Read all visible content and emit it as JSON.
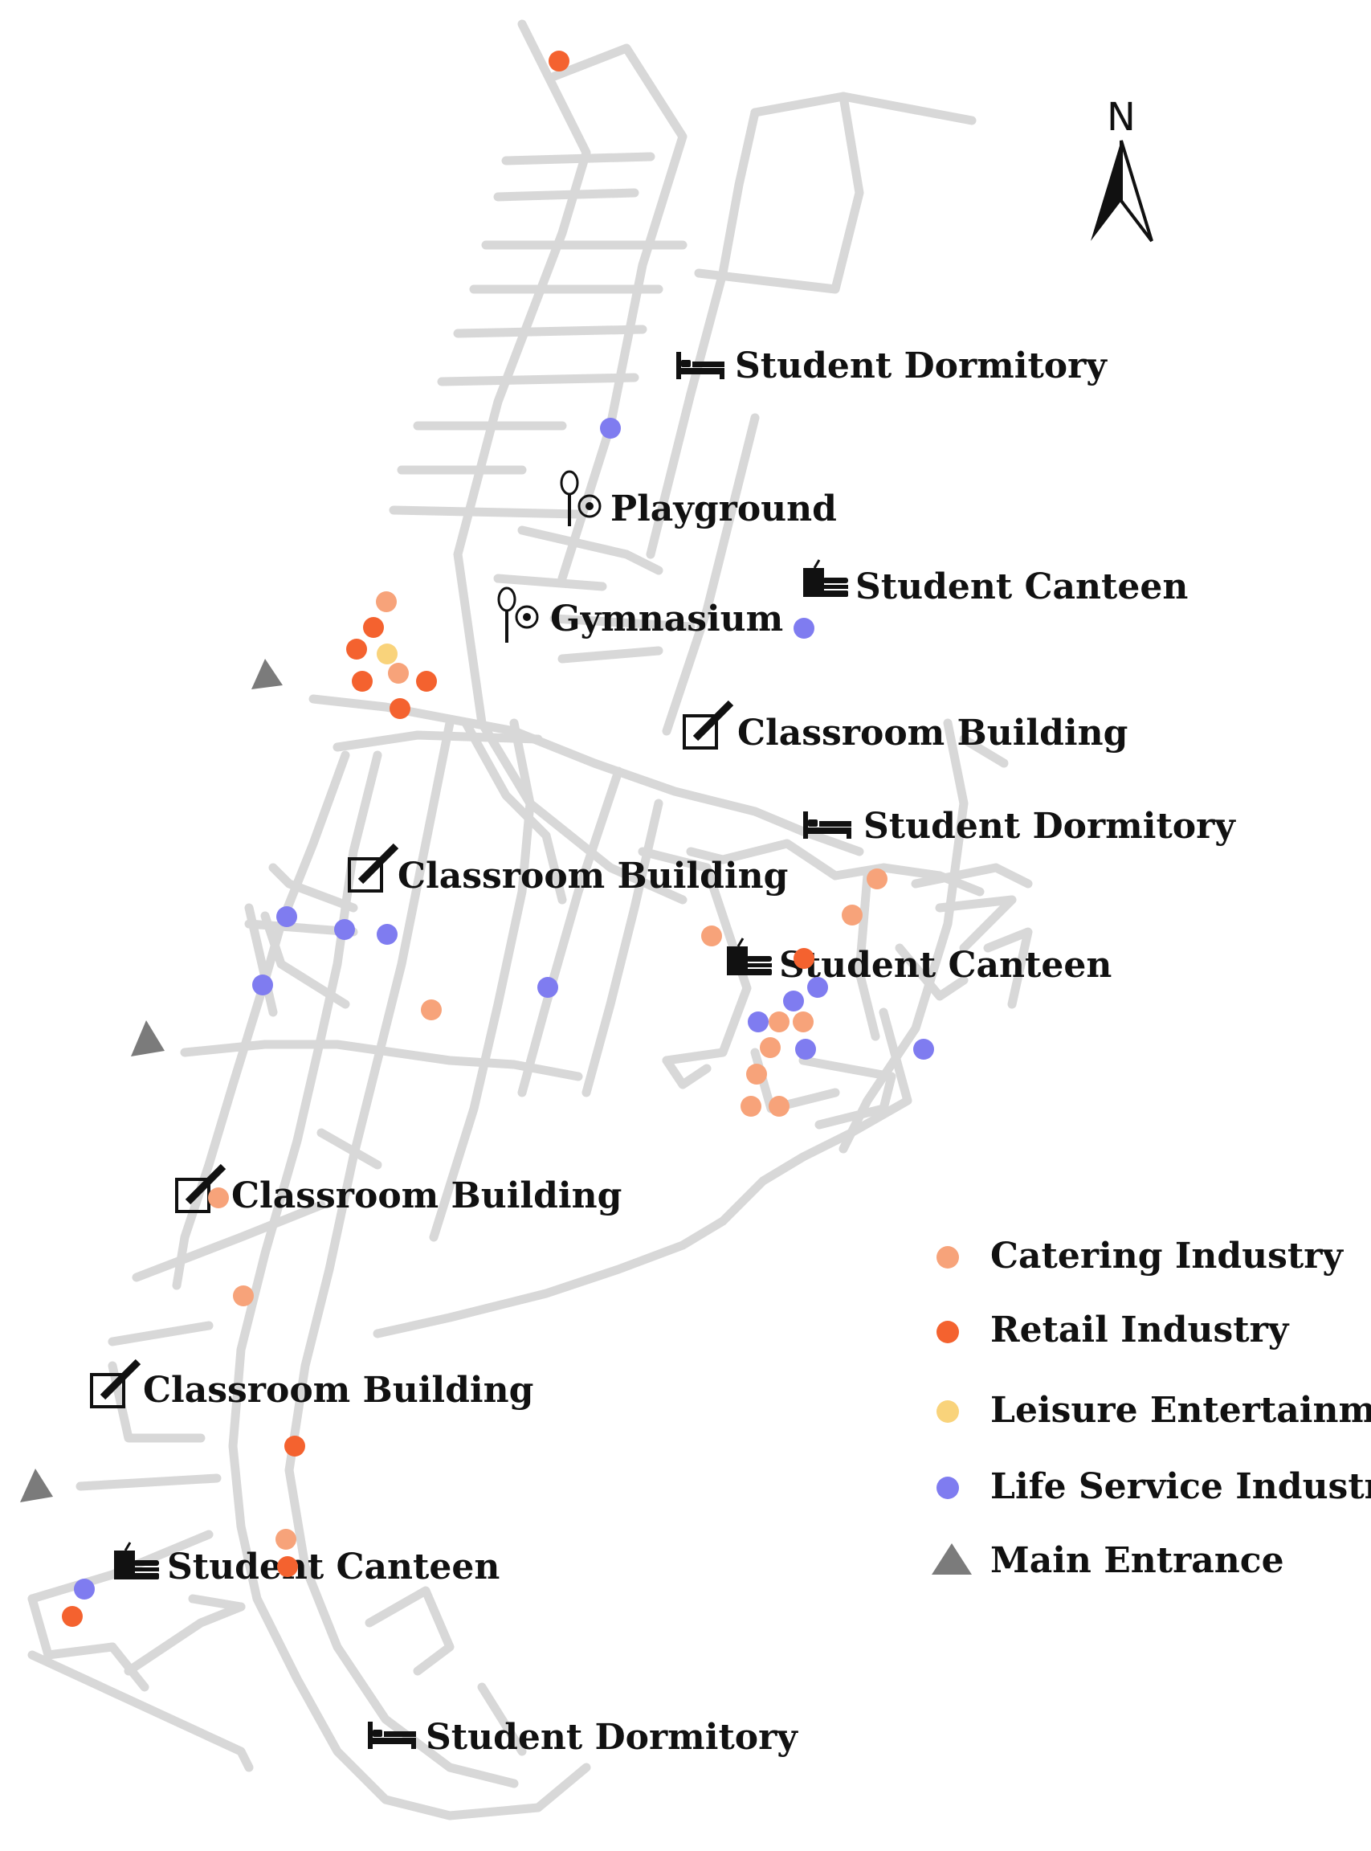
{
  "colors": {
    "catering": "#f7a37a",
    "retail": "#f4622f",
    "leisure": "#f9d37b",
    "life_service": "#7f7cf0",
    "entrance": "#7b7b7b",
    "road": "#d8d8d8"
  },
  "north_label": "N",
  "labels": {
    "dorm_1": "Student Dormitory",
    "playground": "Playground",
    "canteen_1": "Student Canteen",
    "gymnasium": "Gymnasium",
    "classroom_1": "Classroom Building",
    "dorm_2": "Student Dormitory",
    "classroom_2": "Classroom Building",
    "canteen_2": "Student Canteen",
    "classroom_3": "Classroom Building",
    "classroom_4": "Classroom Building",
    "canteen_3": "Student Canteen",
    "dorm_3": "Student Dormitory"
  },
  "icons": {
    "dorm": "bed-icon",
    "sport": "sports-icon",
    "canteen": "food-drink-icon",
    "classroom": "pencil-icon",
    "entrance": "triangle-icon",
    "north": "north-arrow-icon"
  },
  "legend": {
    "catering": "Catering Industry",
    "retail": "Retail Industry",
    "leisure": "Leisure Entertainment",
    "life_service": "Life Service Industry",
    "entrance": "Main Entrance"
  }
}
